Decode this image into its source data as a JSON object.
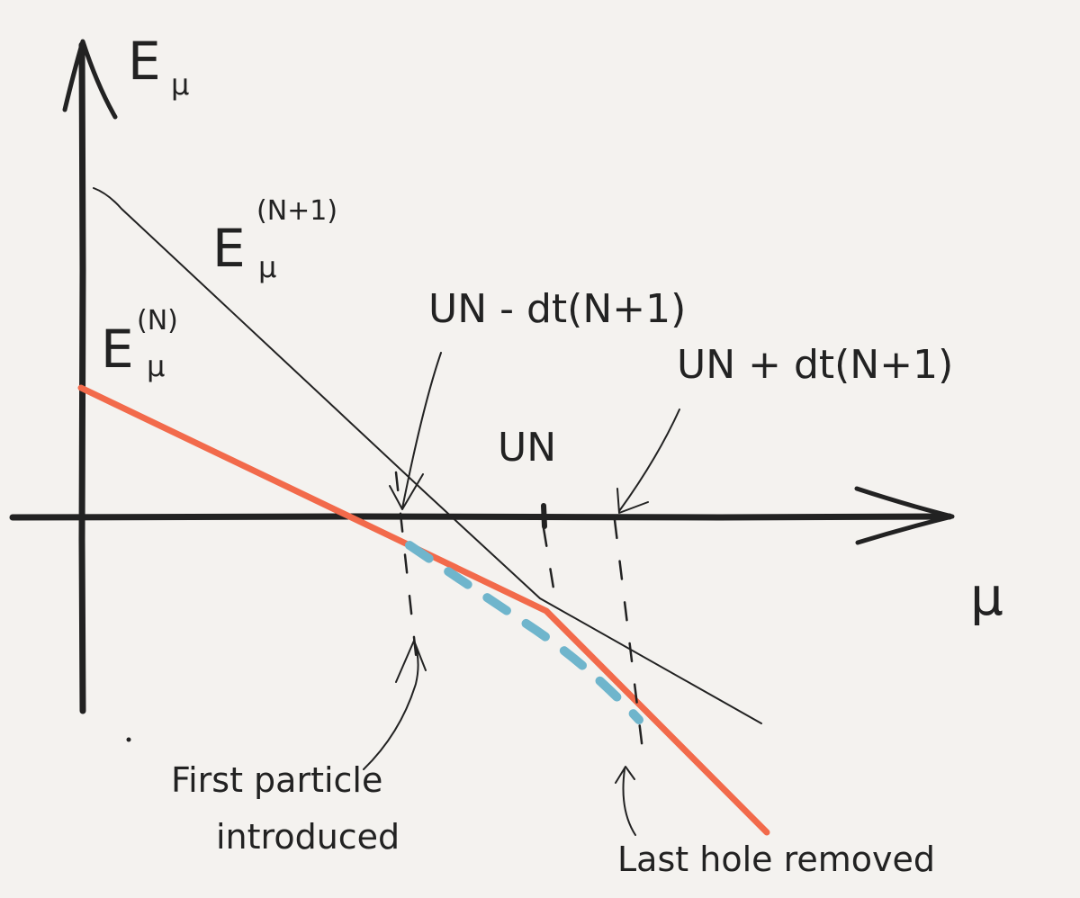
{
  "axes": {
    "y_label_main": "E",
    "y_label_sub": "μ",
    "x_label": "μ"
  },
  "curves": {
    "upper_main": "E",
    "upper_sup": "(N+1)",
    "upper_sub": "μ",
    "lower_main": "E",
    "lower_sup": "(N)",
    "lower_sub": "μ"
  },
  "markers": {
    "left": "UN - dt(N+1)",
    "center": "UN",
    "right": "UN + dt(N+1)"
  },
  "annotations": {
    "first_line1": "First particle",
    "first_line2": "introduced",
    "last": "Last hole removed"
  },
  "colors": {
    "ink": "#222222",
    "energy_curve": "#f26a4b",
    "interpolation": "#6fb5cc",
    "background": "#f4f2ef"
  }
}
